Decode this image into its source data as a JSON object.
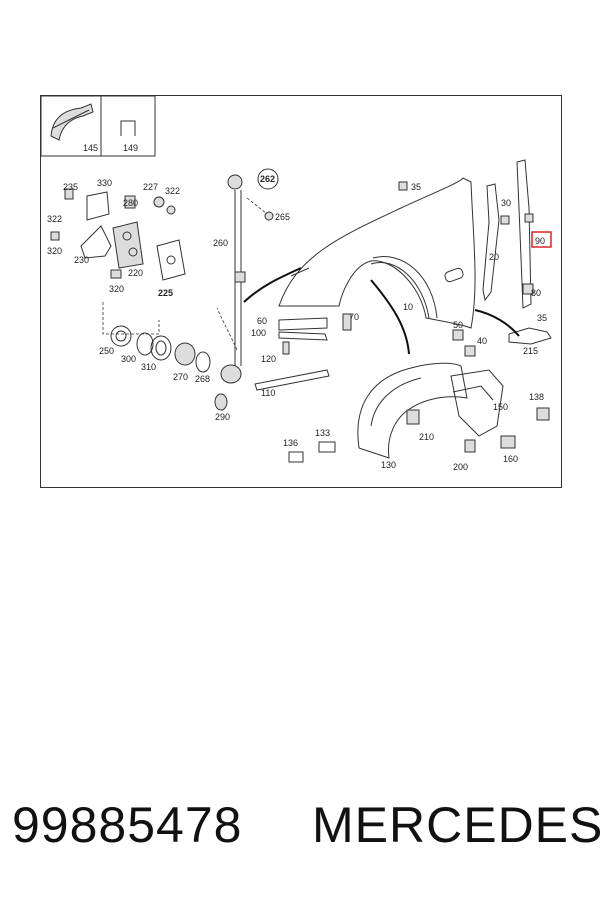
{
  "footer": {
    "part_number": "99885478",
    "brand": "MERCEDES"
  },
  "diagram": {
    "highlight_color": "#d9262c",
    "labels": {
      "l145": "145",
      "l149": "149",
      "l235": "235",
      "l330": "330",
      "l227": "227",
      "l322a": "322",
      "l322b": "322",
      "l280": "280",
      "l320a": "320",
      "l230": "230",
      "l220": "220",
      "l320b": "320",
      "l225": "225",
      "l262": "262",
      "l265": "265",
      "l260": "260",
      "l35a": "35",
      "l30": "30",
      "l90": "90",
      "l20": "20",
      "l80": "80",
      "l35b": "35",
      "l10": "10",
      "l60": "60",
      "l100": "100",
      "l70": "70",
      "l50": "50",
      "l40": "40",
      "l215": "215",
      "l250": "250",
      "l300": "300",
      "l310": "310",
      "l270": "270",
      "l268": "268",
      "l120": "120",
      "l110": "110",
      "l290": "290",
      "l136": "136",
      "l133": "133",
      "l210": "210",
      "l130": "130",
      "l150": "150",
      "l138": "138",
      "l200": "200",
      "l160": "160"
    }
  }
}
